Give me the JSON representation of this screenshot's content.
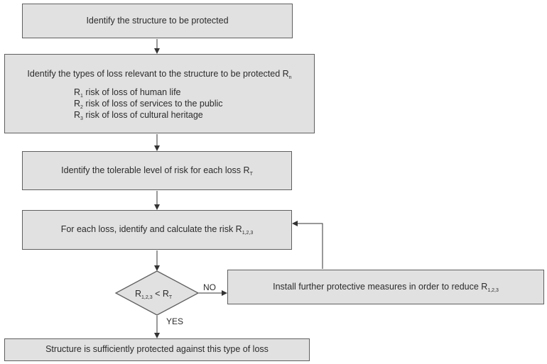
{
  "steps": {
    "identify_structure": "Identify the structure to be protected",
    "identify_loss": {
      "title": "Identify the types of loss relevant to the structure to be protected R",
      "title_sub": "n",
      "items": [
        {
          "symbol": "R",
          "sub": "1",
          "text": " risk of loss of human life"
        },
        {
          "symbol": "R",
          "sub": "2",
          "text": " risk of loss of services to the public"
        },
        {
          "symbol": "R",
          "sub": "3",
          "text": " risk of loss of cultural heritage"
        }
      ]
    },
    "tolerable_risk": {
      "text": "Identify the tolerable level of risk for each loss R",
      "sub": "T"
    },
    "calculate_risk": {
      "text": "For each loss, identify and calculate the risk R",
      "sub": "1,2,3"
    },
    "decision": {
      "left": "R",
      "left_sub": "1,2,3",
      "op": " < R",
      "right_sub": "T"
    },
    "further_measures": {
      "text": "Install further protective measures in order to reduce R",
      "sub": "1,2,3"
    },
    "protected": "Structure is sufficiently protected against this type of loss"
  },
  "branches": {
    "no": "NO",
    "yes": "YES"
  },
  "colors": {
    "box_fill": "#e1e1e1",
    "border": "#5f5f5f",
    "line": "#333333"
  }
}
